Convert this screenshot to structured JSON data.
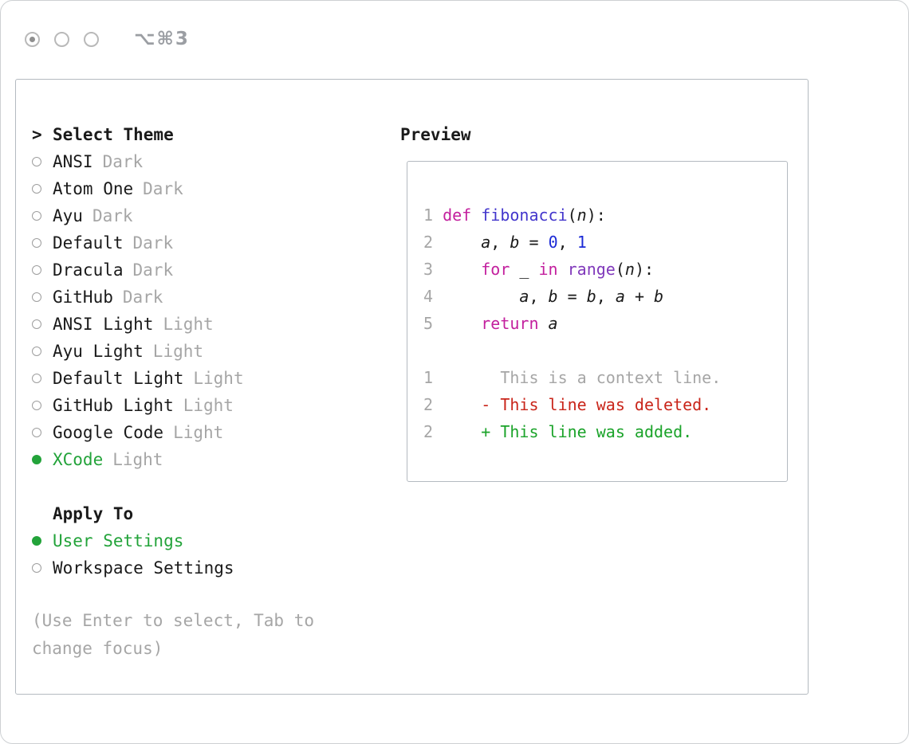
{
  "titlebar": {
    "shortcut": "⌥⌘3"
  },
  "icons": {
    "cursor": ">",
    "radio_unselected": "circle-outline",
    "radio_selected": "circle-filled-green",
    "traffic_light_active": "circle-with-dot",
    "traffic_light": "circle-outline"
  },
  "colors": {
    "text": "#1a1a1a",
    "gray": "#a6a6a6",
    "border": "#b4bac0",
    "accent_green": "#23a33a",
    "keyword": "#c3209e",
    "function": "#4336cc",
    "number": "#1c2bd6",
    "type": "#8039bb",
    "diff_deleted": "#c9251a",
    "diff_added": "#1ba32a"
  },
  "theme_selector": {
    "cursor": ">",
    "title": "Select Theme",
    "themes": [
      {
        "name": "ANSI",
        "variant": "Dark",
        "selected": false
      },
      {
        "name": "Atom One",
        "variant": "Dark",
        "selected": false
      },
      {
        "name": "Ayu",
        "variant": "Dark",
        "selected": false
      },
      {
        "name": "Default",
        "variant": "Dark",
        "selected": false
      },
      {
        "name": "Dracula",
        "variant": "Dark",
        "selected": false
      },
      {
        "name": "GitHub",
        "variant": "Dark",
        "selected": false
      },
      {
        "name": "ANSI Light",
        "variant": "Light",
        "selected": false
      },
      {
        "name": "Ayu Light",
        "variant": "Light",
        "selected": false
      },
      {
        "name": "Default Light",
        "variant": "Light",
        "selected": false
      },
      {
        "name": "GitHub Light",
        "variant": "Light",
        "selected": false
      },
      {
        "name": "Google Code",
        "variant": "Light",
        "selected": false
      },
      {
        "name": "XCode",
        "variant": "Light",
        "selected": true
      }
    ]
  },
  "apply_to": {
    "title": "Apply To",
    "options": [
      {
        "name": "User Settings",
        "selected": true
      },
      {
        "name": "Workspace Settings",
        "selected": false
      }
    ]
  },
  "footer": {
    "hint": "(Use Enter to select, Tab to change focus)"
  },
  "preview": {
    "title": "Preview",
    "code_lines": [
      {
        "num": "1",
        "tokens": [
          [
            "def",
            "keyword"
          ],
          [
            " ",
            "plain"
          ],
          [
            "fibonacci",
            "function"
          ],
          [
            "(",
            "plain"
          ],
          [
            "n",
            "param"
          ],
          [
            "):",
            "plain"
          ]
        ]
      },
      {
        "num": "2",
        "tokens": [
          [
            "    ",
            "plain"
          ],
          [
            "a",
            "var"
          ],
          [
            ", ",
            "plain"
          ],
          [
            "b",
            "var"
          ],
          [
            " = ",
            "plain"
          ],
          [
            "0",
            "number"
          ],
          [
            ", ",
            "plain"
          ],
          [
            "1",
            "number"
          ]
        ]
      },
      {
        "num": "3",
        "tokens": [
          [
            "    ",
            "plain"
          ],
          [
            "for",
            "keyword"
          ],
          [
            " _ ",
            "plain"
          ],
          [
            "in",
            "keyword"
          ],
          [
            " ",
            "plain"
          ],
          [
            "range",
            "type"
          ],
          [
            "(",
            "plain"
          ],
          [
            "n",
            "var"
          ],
          [
            "):",
            "plain"
          ]
        ]
      },
      {
        "num": "4",
        "tokens": [
          [
            "        ",
            "plain"
          ],
          [
            "a",
            "var"
          ],
          [
            ", ",
            "plain"
          ],
          [
            "b",
            "var"
          ],
          [
            " = ",
            "plain"
          ],
          [
            "b",
            "var"
          ],
          [
            ", ",
            "plain"
          ],
          [
            "a",
            "var"
          ],
          [
            " + ",
            "plain"
          ],
          [
            "b",
            "var"
          ]
        ]
      },
      {
        "num": "5",
        "tokens": [
          [
            "    ",
            "plain"
          ],
          [
            "return",
            "keyword"
          ],
          [
            " ",
            "plain"
          ],
          [
            "a",
            "var"
          ]
        ]
      }
    ],
    "diff_lines": [
      {
        "num": "1",
        "kind": "context",
        "text": "      This is a context line."
      },
      {
        "num": "2",
        "kind": "deleted",
        "text": "    - This line was deleted."
      },
      {
        "num": "2",
        "kind": "added",
        "text": "    + This line was added."
      }
    ]
  }
}
